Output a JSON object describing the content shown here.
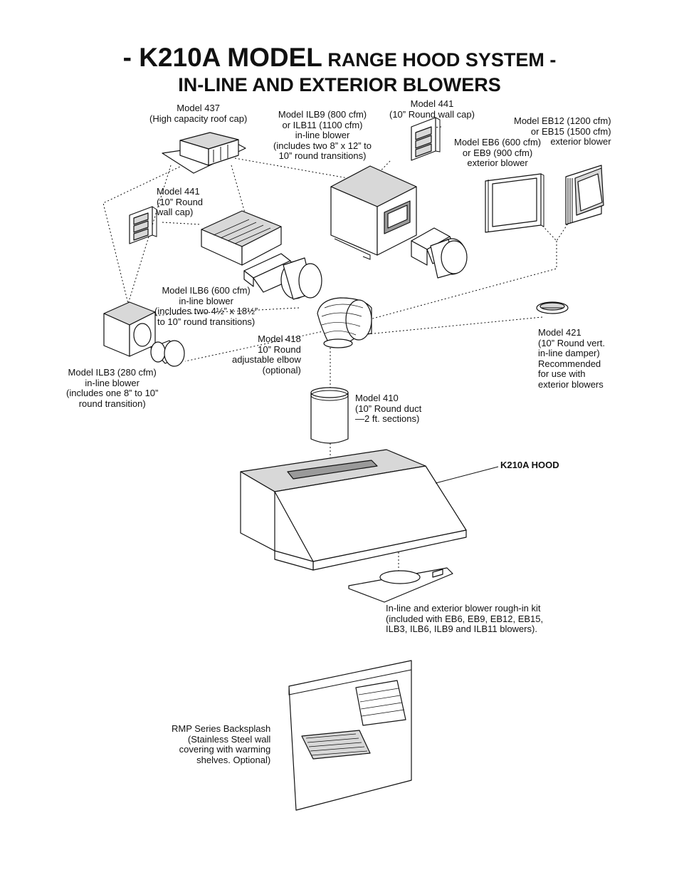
{
  "title": {
    "prefix": "- ",
    "model": "K210A MODEL",
    "rest": " RANGE HOOD SYSTEM -",
    "line2": "IN-LINE AND EXTERIOR BLOWERS"
  },
  "labels": {
    "m437": [
      "Model 437",
      "(High capacity roof cap)"
    ],
    "ilb9": [
      "Model ILB9 (800 cfm)",
      "or ILB11 (1100 cfm)",
      "in-line blower",
      "(includes two 8” x 12” to",
      "10” round transitions)"
    ],
    "m441_top": [
      "Model 441",
      "(10” Round wall cap)"
    ],
    "eb12": [
      "Model EB12 (1200 cfm)",
      "or EB15 (1500 cfm)",
      "exterior blower"
    ],
    "eb6": [
      "Model EB6 (600 cfm)",
      "or EB9 (900 cfm)",
      "exterior blower"
    ],
    "m441_left": [
      "Model 441",
      "(10” Round",
      "wall cap)"
    ],
    "ilb6": [
      "Model ILB6 (600 cfm)",
      "in-line blower",
      "(includes two 4½” x 18½”",
      "to 10” round transitions)"
    ],
    "m418": [
      "Model 418",
      "10” Round",
      "adjustable elbow",
      "(optional)"
    ],
    "m421": [
      "Model 421",
      "(10” Round vert.",
      "in-line damper)",
      "Recommended",
      "for use with",
      "exterior blowers"
    ],
    "ilb3": [
      "Model ILB3 (280 cfm)",
      "in-line blower",
      "(includes one 8” to 10”",
      "round transition)"
    ],
    "m410": [
      "Model 410",
      "(10” Round duct",
      "—2 ft. sections)"
    ],
    "hood": [
      "K210A HOOD"
    ],
    "roughin": [
      "In-line and exterior blower rough-in kit",
      "(included with EB6, EB9, EB12, EB15,",
      "ILB3, ILB6, ILB9 and ILB11 blowers)."
    ],
    "rmp": [
      "RMP Series Backsplash",
      "(Stainless Steel wall",
      "covering with warming",
      "shelves. Optional)"
    ]
  }
}
